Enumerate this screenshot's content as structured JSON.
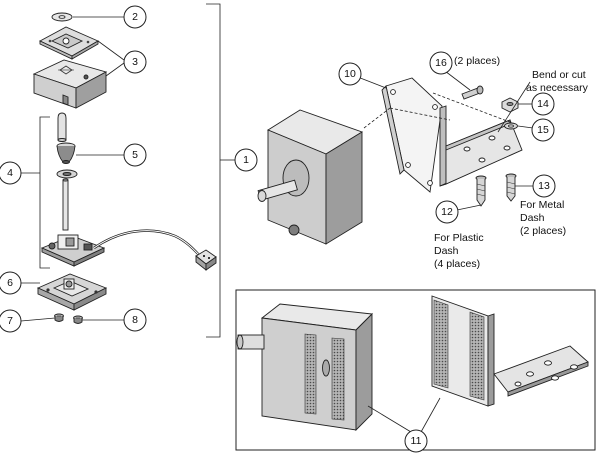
{
  "callouts": {
    "c1": "1",
    "c2": "2",
    "c3": "3",
    "c4": "4",
    "c5": "5",
    "c6": "6",
    "c7": "7",
    "c8": "8",
    "c10": "10",
    "c11": "11",
    "c12": "12",
    "c13": "13",
    "c14": "14",
    "c15": "15",
    "c16": "16"
  },
  "labels": {
    "two_places_16": "(2 places)",
    "bend_line1": "Bend or cut",
    "bend_line2": "as necessary",
    "plastic_line1": "For Plastic",
    "plastic_line2": "Dash",
    "plastic_line3": "(4 places)",
    "metal_line1": "For Metal",
    "metal_line2": "Dash",
    "metal_line3": "(2 places)"
  },
  "colors": {
    "line": "#222222",
    "face_light": "#e9e9e9",
    "face_mid": "#cfcfcf",
    "face_dark": "#9c9c9c",
    "reflector": "#8a8a8a"
  }
}
